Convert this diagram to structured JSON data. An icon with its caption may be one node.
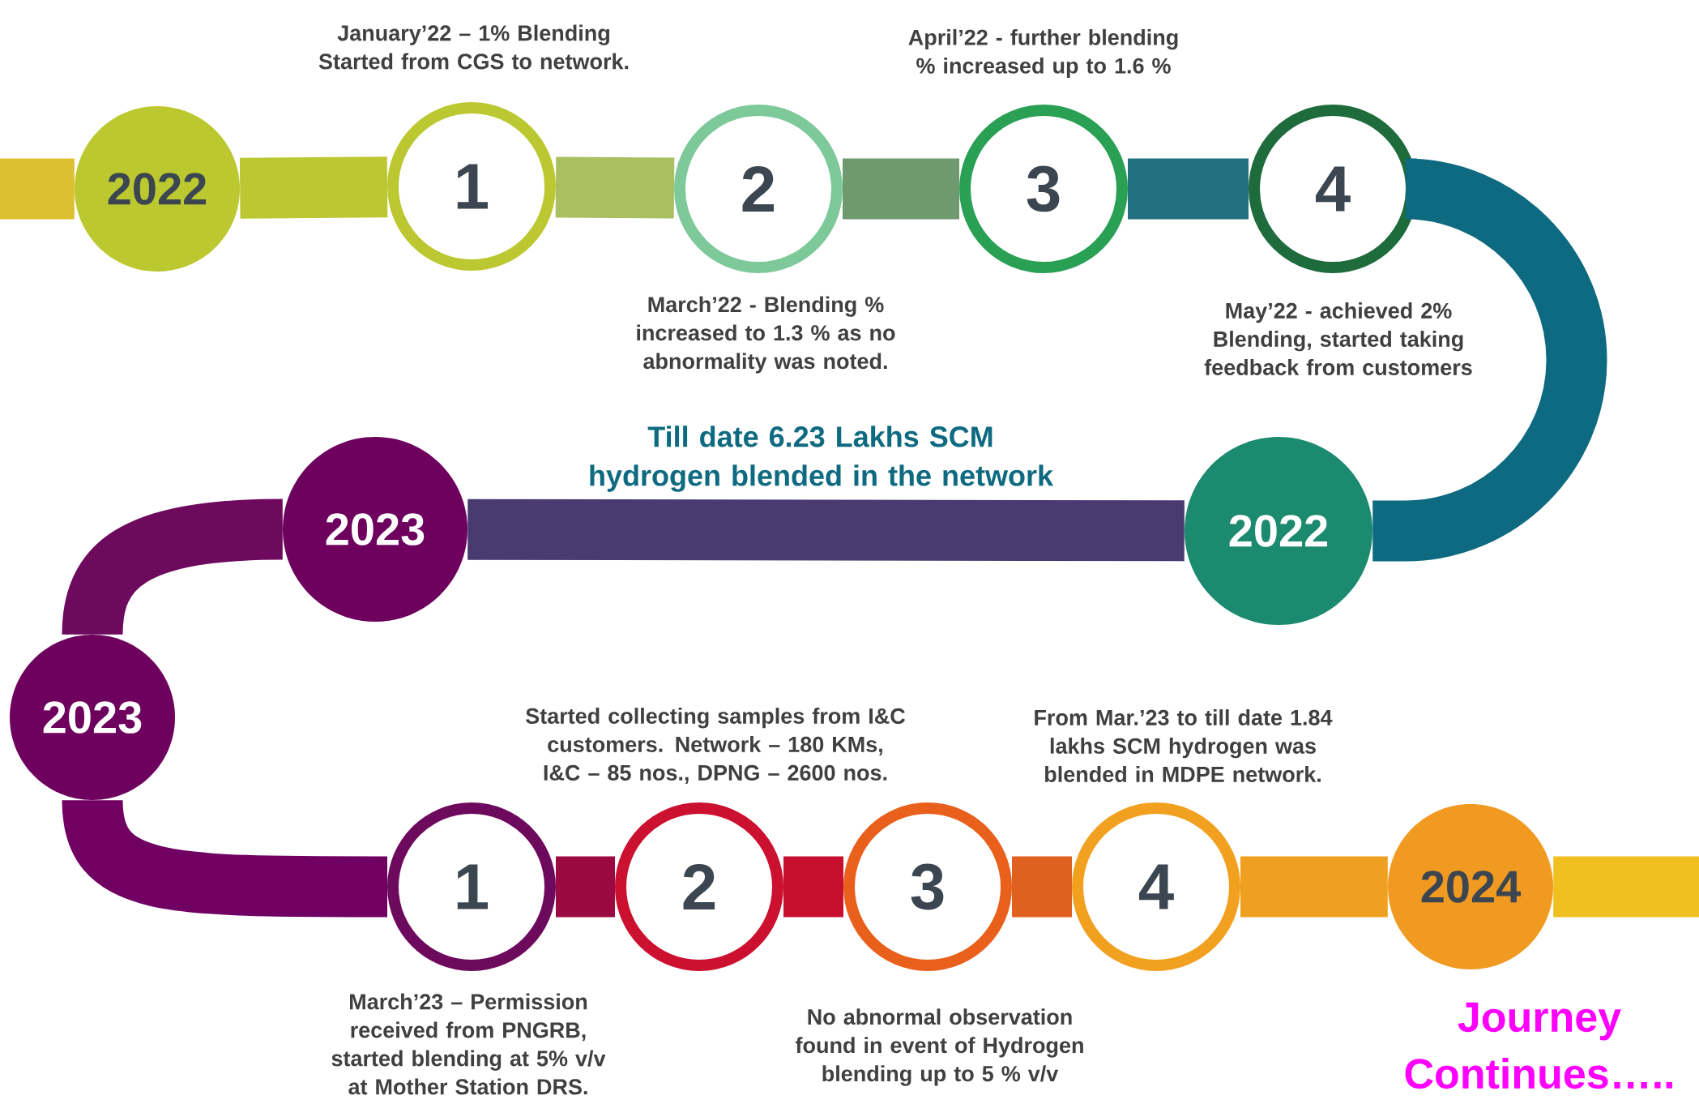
{
  "diagram": {
    "nodes": [
      {
        "text": [
          "2022"
        ]
      },
      {
        "text": [
          "1"
        ],
        "beside": [
          "January’22 – 1% Blending Started from CGS to network."
        ]
      },
      {
        "text": [
          "2"
        ],
        "beside": [
          "March’22 - Blending % increased to 1.3 % as no abnormality was noted."
        ]
      },
      {
        "text": [
          "3"
        ],
        "beside": [
          "April’22 - further blending % increased up to 1.6 %"
        ]
      },
      {
        "text": [
          "4"
        ],
        "beside": [
          "May’22 - achieved 2% Blending, started taking feedback from customers"
        ]
      },
      {
        "text": [
          "2022"
        ]
      },
      {
        "text": [
          "2023"
        ]
      },
      {
        "text": [
          "2023"
        ]
      },
      {
        "text": [
          "1"
        ],
        "beside": [
          "March’23 – Permission received from PNGRB, started blending at 5% v/v at Mother Station DRS."
        ]
      },
      {
        "text": [
          "2"
        ],
        "beside": [
          "Started collecting samples from I&C customers. Network – 180 KMs, I&C – 85 nos., DPNG – 2600 nos."
        ]
      },
      {
        "text": [
          "3"
        ],
        "beside": [
          "No abnormal observation found in event of Hydrogen blending up to 5 % v/v"
        ]
      },
      {
        "text": [
          "4"
        ],
        "beside": [
          "From Mar.’23 to till date 1.84 lakhs SCM hydrogen was blended in MDPE network."
        ]
      },
      {
        "text": [
          "2024"
        ]
      }
    ],
    "edges": [
      {
        "from": null,
        "to": 0,
        "arrow": "none",
        "color": "#dcc030"
      },
      {
        "from": 0,
        "to": 1,
        "arrow": "none",
        "color": "#bcc832"
      },
      {
        "from": 1,
        "to": 2,
        "arrow": "none",
        "color": "#aac060"
      },
      {
        "from": 2,
        "to": 3,
        "arrow": "none",
        "color": "#6f9a70"
      },
      {
        "from": 3,
        "to": 4,
        "arrow": "none",
        "color": "#237080"
      },
      {
        "from": 4,
        "to": 5,
        "arrow": "none",
        "color": "#0e6a80"
      },
      {
        "from": 5,
        "to": 6,
        "arrow": "none",
        "color": "#4a3a72"
      },
      {
        "from": 6,
        "to": 7,
        "arrow": "none",
        "color": "#6e0a5e"
      },
      {
        "from": 7,
        "to": 8,
        "arrow": "none",
        "color": "#700062"
      },
      {
        "from": 8,
        "to": 9,
        "arrow": "none",
        "color": "#9a0a40"
      },
      {
        "from": 9,
        "to": 10,
        "arrow": "none",
        "color": "#c8102e"
      },
      {
        "from": 10,
        "to": 11,
        "arrow": "none",
        "color": "#e06020"
      },
      {
        "from": 11,
        "to": 12,
        "arrow": "none",
        "color": "#f0a020"
      },
      {
        "from": 12,
        "to": null,
        "arrow": "none",
        "color": "#f0c020"
      }
    ],
    "labels": [
      "Till date 6.23 Lakhs SCM hydrogen blended in the network",
      "Journey Continues….."
    ]
  }
}
